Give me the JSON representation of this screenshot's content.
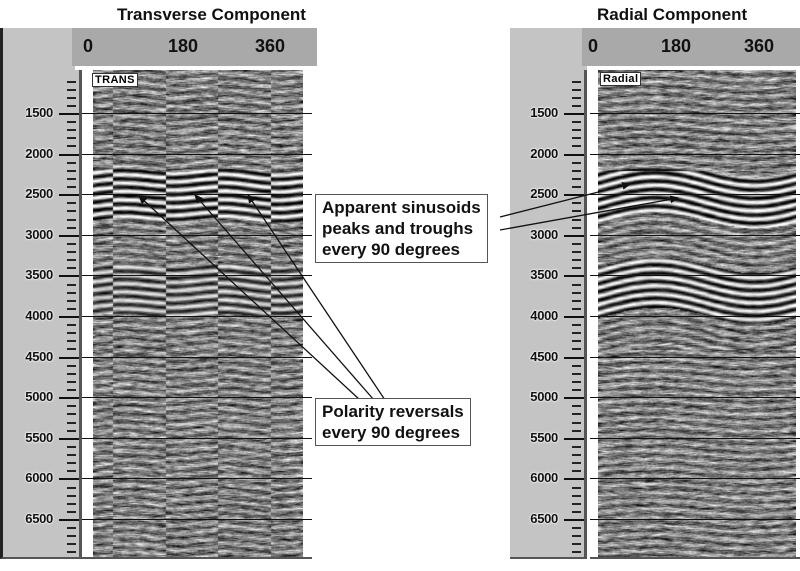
{
  "panels": [
    {
      "id": "transverse",
      "title": "Transverse Component",
      "trace_label": "TRANS",
      "azimuth_ticks": [
        "0",
        "180",
        "360"
      ],
      "time_ticks": [
        "1500",
        "2000",
        "2500",
        "3000",
        "3500",
        "4000",
        "4500",
        "5000",
        "5500",
        "6000",
        "6500"
      ]
    },
    {
      "id": "radial",
      "title": "Radial Component",
      "trace_label": "Radial",
      "azimuth_ticks": [
        "0",
        "180",
        "360"
      ],
      "time_ticks": [
        "1500",
        "2000",
        "2500",
        "3000",
        "3500",
        "4000",
        "4500",
        "5000",
        "5500",
        "6000",
        "6500"
      ]
    }
  ],
  "callouts": {
    "sinusoids": {
      "lines": [
        "Apparent sinusoids",
        "peaks and troughs",
        "every 90 degrees"
      ]
    },
    "polarity": {
      "lines": [
        "Polarity reversals",
        "every 90 degrees"
      ]
    }
  },
  "colors": {
    "axis_bg": "#c4c4c4",
    "header_bg": "#a9a9a9",
    "border": "#555555"
  }
}
